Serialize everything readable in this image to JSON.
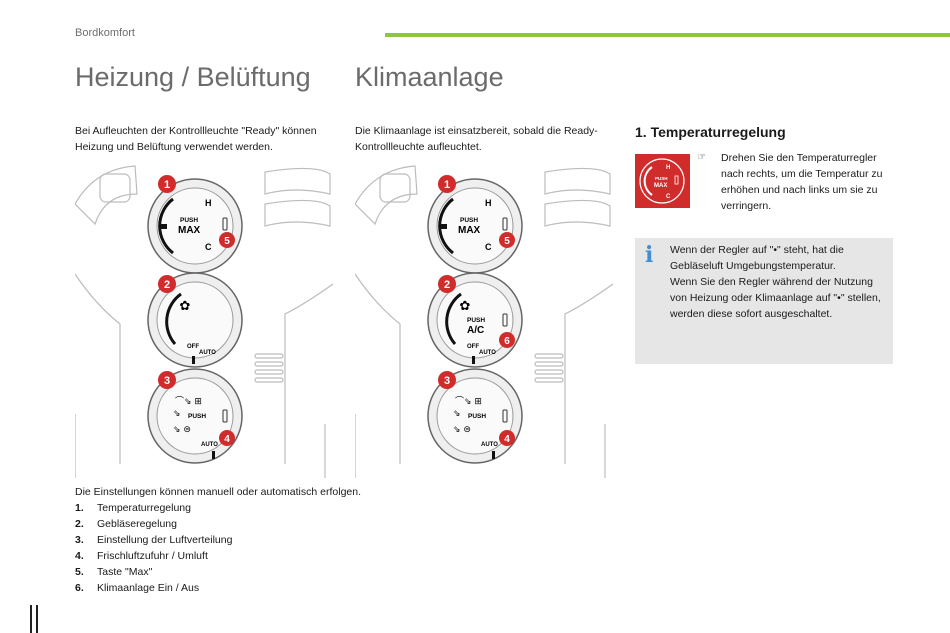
{
  "header": {
    "section": "Bordkomfort",
    "accent_color": "#8dc63f"
  },
  "left": {
    "title": "Heizung / Belüftung",
    "intro": "Bei Aufleuchten der Kontrollleuchte \"Ready\" können Heizung und Belüftung verwendet werden.",
    "panel": {
      "knob1": {
        "callout": "1",
        "top": "H",
        "bottom": "C",
        "push": "PUSH",
        "label": "MAX",
        "badge": "5"
      },
      "knob2": {
        "callout": "2",
        "off": "OFF",
        "auto": "AUTO"
      },
      "knob3": {
        "callout": "3",
        "push": "PUSH",
        "auto": "AUTO",
        "badge": "4"
      }
    }
  },
  "middle": {
    "title": "Klimaanlage",
    "intro": "Die Klimaanlage ist einsatzbereit, sobald die Ready-Kontrollleuchte aufleuchtet.",
    "panel": {
      "knob1": {
        "callout": "1",
        "top": "H",
        "bottom": "C",
        "push": "PUSH",
        "label": "MAX",
        "badge": "5"
      },
      "knob2": {
        "callout": "2",
        "push": "PUSH",
        "label": "A/C",
        "off": "OFF",
        "auto": "AUTO",
        "badge": "6"
      },
      "knob3": {
        "callout": "3",
        "push": "PUSH",
        "auto": "AUTO",
        "badge": "4"
      }
    }
  },
  "right": {
    "heading": "1. Temperaturregelung",
    "thumb": {
      "top": "H",
      "bottom": "C",
      "push": "PUSH",
      "label": "MAX",
      "color": "#d12c2c"
    },
    "bullet": "Drehen Sie den Temperaturregler nach rechts, um die Temperatur zu erhöhen und nach links um sie zu verringern.",
    "note": {
      "icon": "info-icon",
      "lines": [
        "Wenn der Regler auf \"•\" steht, hat die",
        "Gebläseluft Umgebungstemperatur.",
        "Wenn Sie den Regler während der Nutzung",
        "von Heizung oder Klimaanlage auf \"•\" stellen,",
        "werden diese sofort ausgeschaltet."
      ]
    }
  },
  "list": {
    "intro": "Die Einstellungen können manuell oder automatisch erfolgen.",
    "items": [
      {
        "num": "1.",
        "text": "Temperaturregelung"
      },
      {
        "num": "2.",
        "text": "Gebläseregelung"
      },
      {
        "num": "3.",
        "text": "Einstellung der Luftverteilung"
      },
      {
        "num": "4.",
        "text": "Frischluftzufuhr / Umluft"
      },
      {
        "num": "5.",
        "text": "Taste \"Max\""
      },
      {
        "num": "6.",
        "text": "Klimaanlage Ein / Aus"
      }
    ]
  },
  "colors": {
    "callout": "#d12c2c",
    "info": "#3f8fd2",
    "note_bg": "#e6e6e6"
  }
}
